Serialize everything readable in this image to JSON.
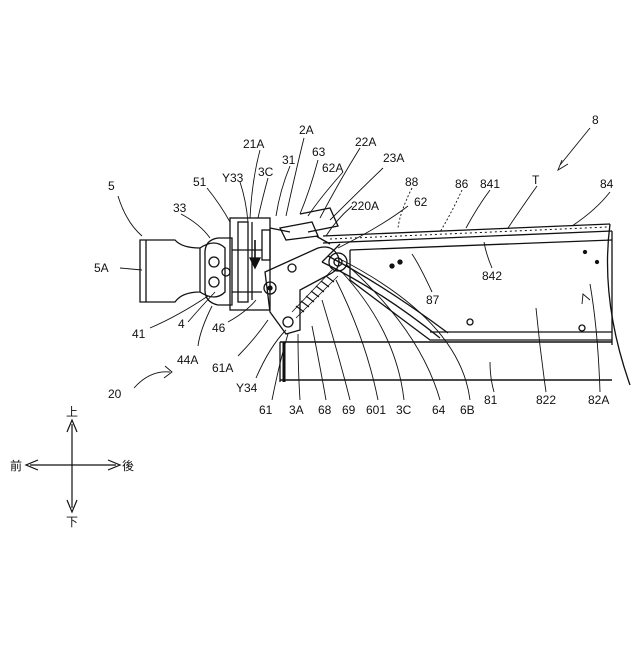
{
  "labels": {
    "l8": "8",
    "lT": "T",
    "l84": "84",
    "l841": "841",
    "l86": "86",
    "l88": "88",
    "l23A": "23A",
    "l22A": "22A",
    "l220A": "220A",
    "l62": "62",
    "l62A": "62A",
    "l63": "63",
    "l2A": "2A",
    "l31": "31",
    "l3C_top": "3C",
    "l21A": "21A",
    "lY33": "Y33",
    "l51": "51",
    "l33": "33",
    "l5": "5",
    "l5A": "5A",
    "l41": "41",
    "l4": "4",
    "l44A": "44A",
    "l46": "46",
    "l61A": "61A",
    "lY34": "Y34",
    "l20": "20",
    "l61": "61",
    "l3A": "3A",
    "l68": "68",
    "l69": "69",
    "l601": "601",
    "l3C_bot": "3C",
    "l64": "64",
    "l6B": "6B",
    "l81": "81",
    "l822": "822",
    "l82A": "82A",
    "l87": "87",
    "l842": "842"
  },
  "directions": {
    "up": "上",
    "down": "下",
    "front": "前",
    "rear": "後"
  }
}
